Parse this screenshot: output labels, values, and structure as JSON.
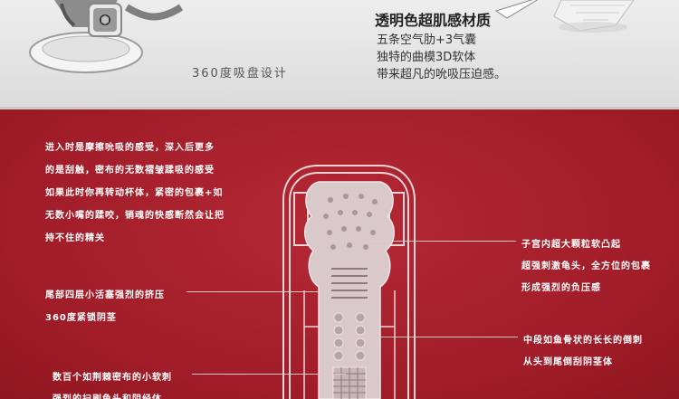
{
  "top_panel": {
    "suction_caption": "360度吸盘设计",
    "feature_title": "透明色超肌感材质",
    "feature_lines": [
      "五条空气肋+3气囊",
      "独特的曲模3D软体",
      "带来超凡的吮吸压迫感。"
    ]
  },
  "bottom_panel": {
    "left_paragraph": [
      "进入时是摩擦吮吸的感受，深入后更多",
      "的是刮触，密布的无数褶皱蹂吸的感受",
      "如果此时你再转动杯体，紧密的包裹+如",
      "无数小嘴的蹂咬，销魂的快感断然会让把",
      "持不住的精关"
    ],
    "tail_note": [
      "尾部四层小活塞强烈的挤压",
      "360度紧锁阴茎"
    ],
    "bottom_note": [
      "数百个如荆棘密布的小软刺",
      "强烈的扫刷龟头和阴经体"
    ],
    "uterus_note": [
      "子宫内超大颗粒软凸起",
      "超强刺激龟头，全方位的包裹",
      "形成强烈的负压感"
    ],
    "middle_note": [
      "中段如鱼骨状的长长的倒刺",
      "从头到尾倒刮阴茎体"
    ]
  },
  "colors": {
    "top_bg": "#e6e6e6",
    "bottom_bg": "#a8202c",
    "annotation_text": "#ffffff"
  }
}
